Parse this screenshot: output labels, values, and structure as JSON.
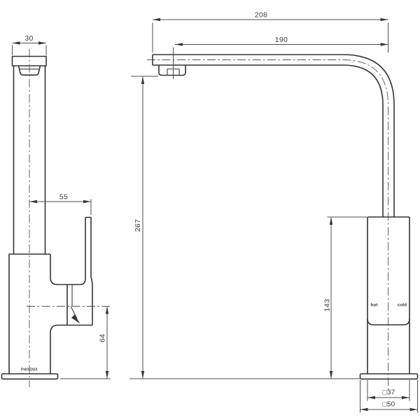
{
  "drawing": {
    "brand_label": "PHOENIX",
    "port_labels": {
      "hot": "hot",
      "cold": "cold"
    },
    "dimensions": {
      "tip_width": "30",
      "handle_offset": "55",
      "pivot_height": "64",
      "outlet_height": "267",
      "overall_reach": "208",
      "outlet_reach": "190",
      "body_height": "143",
      "body_width": "□37",
      "base_width": "□50"
    },
    "colors": {
      "ink": "#343434",
      "thin_line": "#4e4e4e",
      "text": "#3c3c3c",
      "background": "#ffffff"
    }
  }
}
